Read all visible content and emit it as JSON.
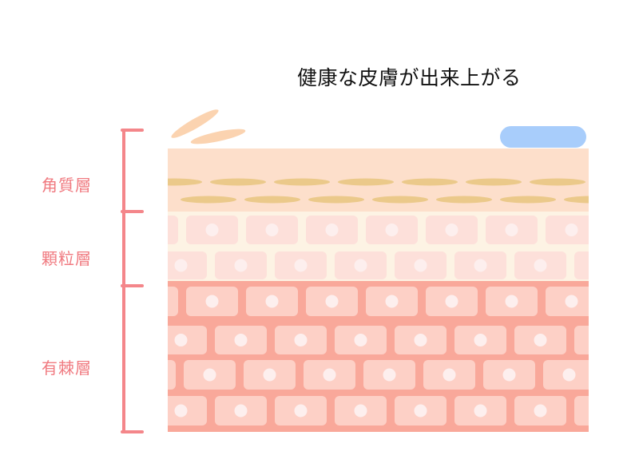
{
  "title": "健康な皮膚が出来上がる",
  "layers": [
    {
      "label": "角質層"
    },
    {
      "label": "顆粒層"
    },
    {
      "label": "有棘層"
    }
  ],
  "colors": {
    "bracket": "#f4868a",
    "corneum": "#fddfcb",
    "corneum_flake": "#ebc98a",
    "granular_bg": "#fdf3e4",
    "granular_cell": "#fde0da",
    "spinous_bg": "#f9a89a",
    "spinous_cell": "#fdd0c6",
    "nucleus": "#fdefee",
    "water": "#a8cdfb",
    "shed_flake": "#fbd3b0"
  }
}
